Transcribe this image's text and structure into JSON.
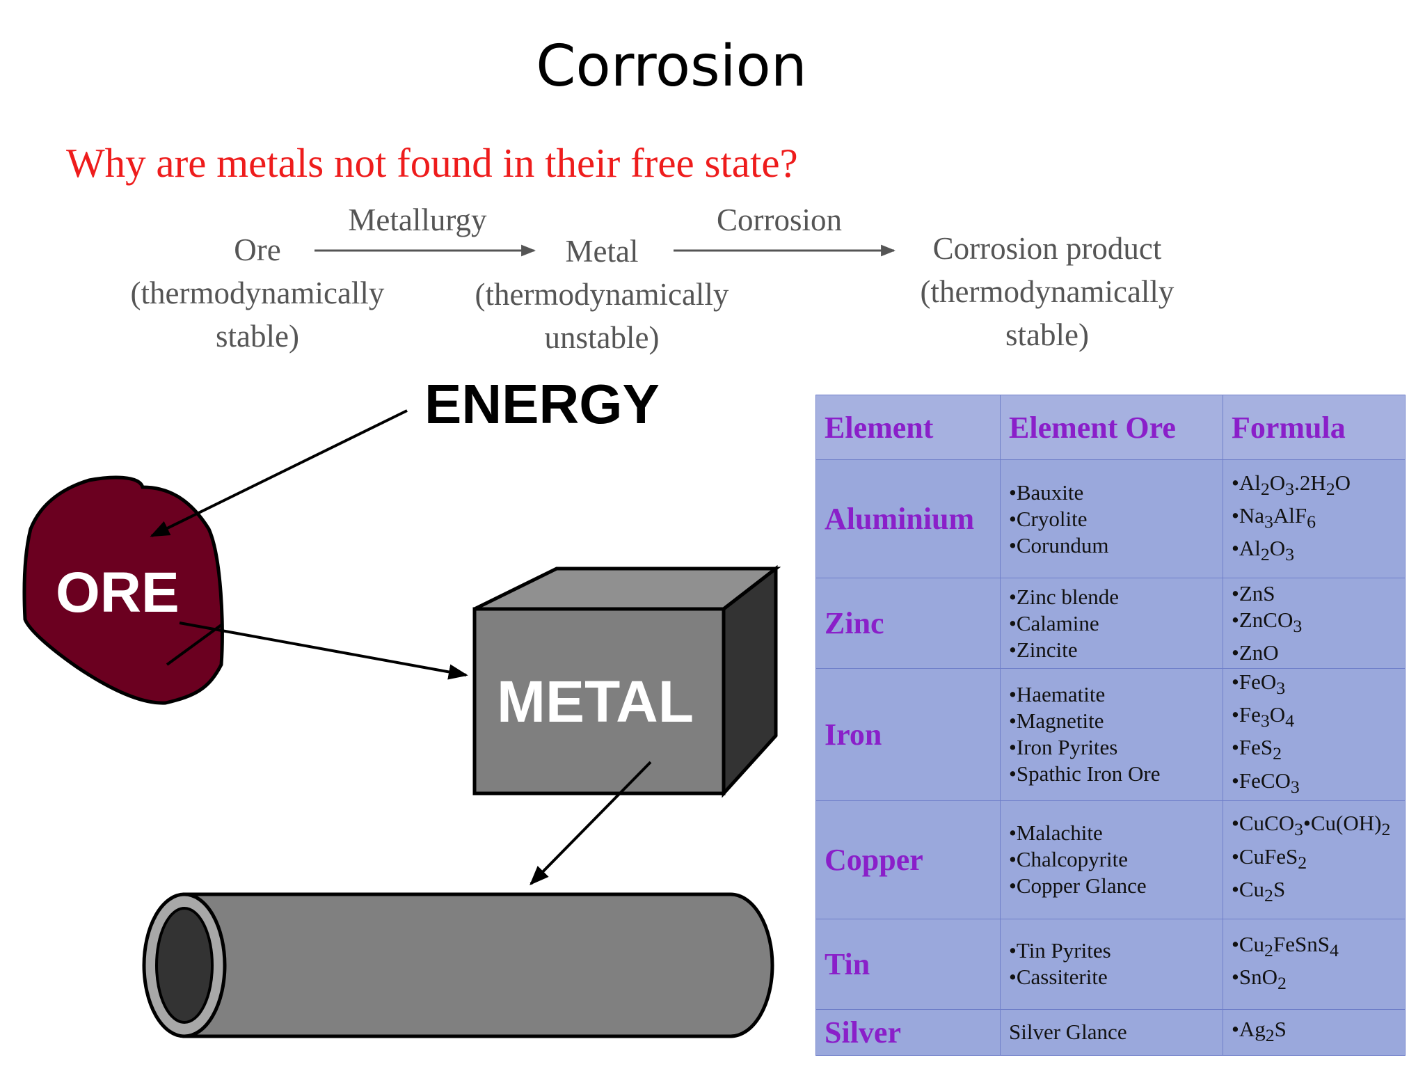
{
  "title": "Corrosion",
  "question": "Why are metals not found in their free state?",
  "flow": {
    "ore": [
      "Ore",
      "(thermodynamically",
      "stable)"
    ],
    "metallurgy": "Metallurgy",
    "metal": [
      "Metal",
      "(thermodynamically",
      "unstable)"
    ],
    "corrosion": "Corrosion",
    "product": [
      "Corrosion product",
      "(thermodynamically",
      "stable)"
    ]
  },
  "diagram": {
    "energy": "ENERGY",
    "ore": "ORE",
    "metal": "METAL",
    "colors": {
      "ore": "#6b0020",
      "metal": "#7f7f7f",
      "pipe": "#808080"
    }
  },
  "table": {
    "headers": [
      "Element",
      "Element Ore",
      "Formula"
    ],
    "rows": [
      {
        "element": "Aluminium",
        "ores": [
          "•Bauxite",
          "•Cryolite",
          "•Corundum"
        ],
        "formulas": [
          "•Al<sub>2</sub>O<sub>3</sub>.2H<sub>2</sub>O",
          "•Na<sub>3</sub>AlF<sub>6</sub>",
          "•Al<sub>2</sub>O<sub>3</sub>"
        ]
      },
      {
        "element": "Zinc",
        "ores": [
          "•Zinc blende",
          "•Calamine",
          "•Zincite"
        ],
        "formulas": [
          "•ZnS",
          "•ZnCO<sub>3</sub>",
          "•ZnO"
        ]
      },
      {
        "element": "Iron",
        "ores": [
          "•Haematite",
          "•Magnetite",
          "•Iron Pyrites",
          "•Spathic Iron Ore"
        ],
        "formulas": [
          "•FeO<sub>3</sub>",
          "•Fe<sub>3</sub>O<sub>4</sub>",
          "•FeS<sub>2</sub>",
          "•FeCO<sub>3</sub>"
        ]
      },
      {
        "element": "Copper",
        "ores": [
          "•Malachite",
          "•Chalcopyrite",
          "•Copper Glance"
        ],
        "formulas": [
          "•CuCO<sub>3</sub>•Cu(OH)<sub>2</sub>",
          "•CuFeS<sub>2</sub>",
          "•Cu<sub>2</sub>S"
        ]
      },
      {
        "element": "Tin",
        "ores": [
          "•Tin Pyrites",
          "•Cassiterite"
        ],
        "formulas": [
          "•Cu<sub>2</sub>FeSnS<sub>4</sub>",
          "•SnO<sub>2</sub>"
        ]
      },
      {
        "element": "Silver",
        "ores": [
          "Silver Glance"
        ],
        "formulas": [
          "•Ag<sub>2</sub>S"
        ]
      }
    ]
  }
}
